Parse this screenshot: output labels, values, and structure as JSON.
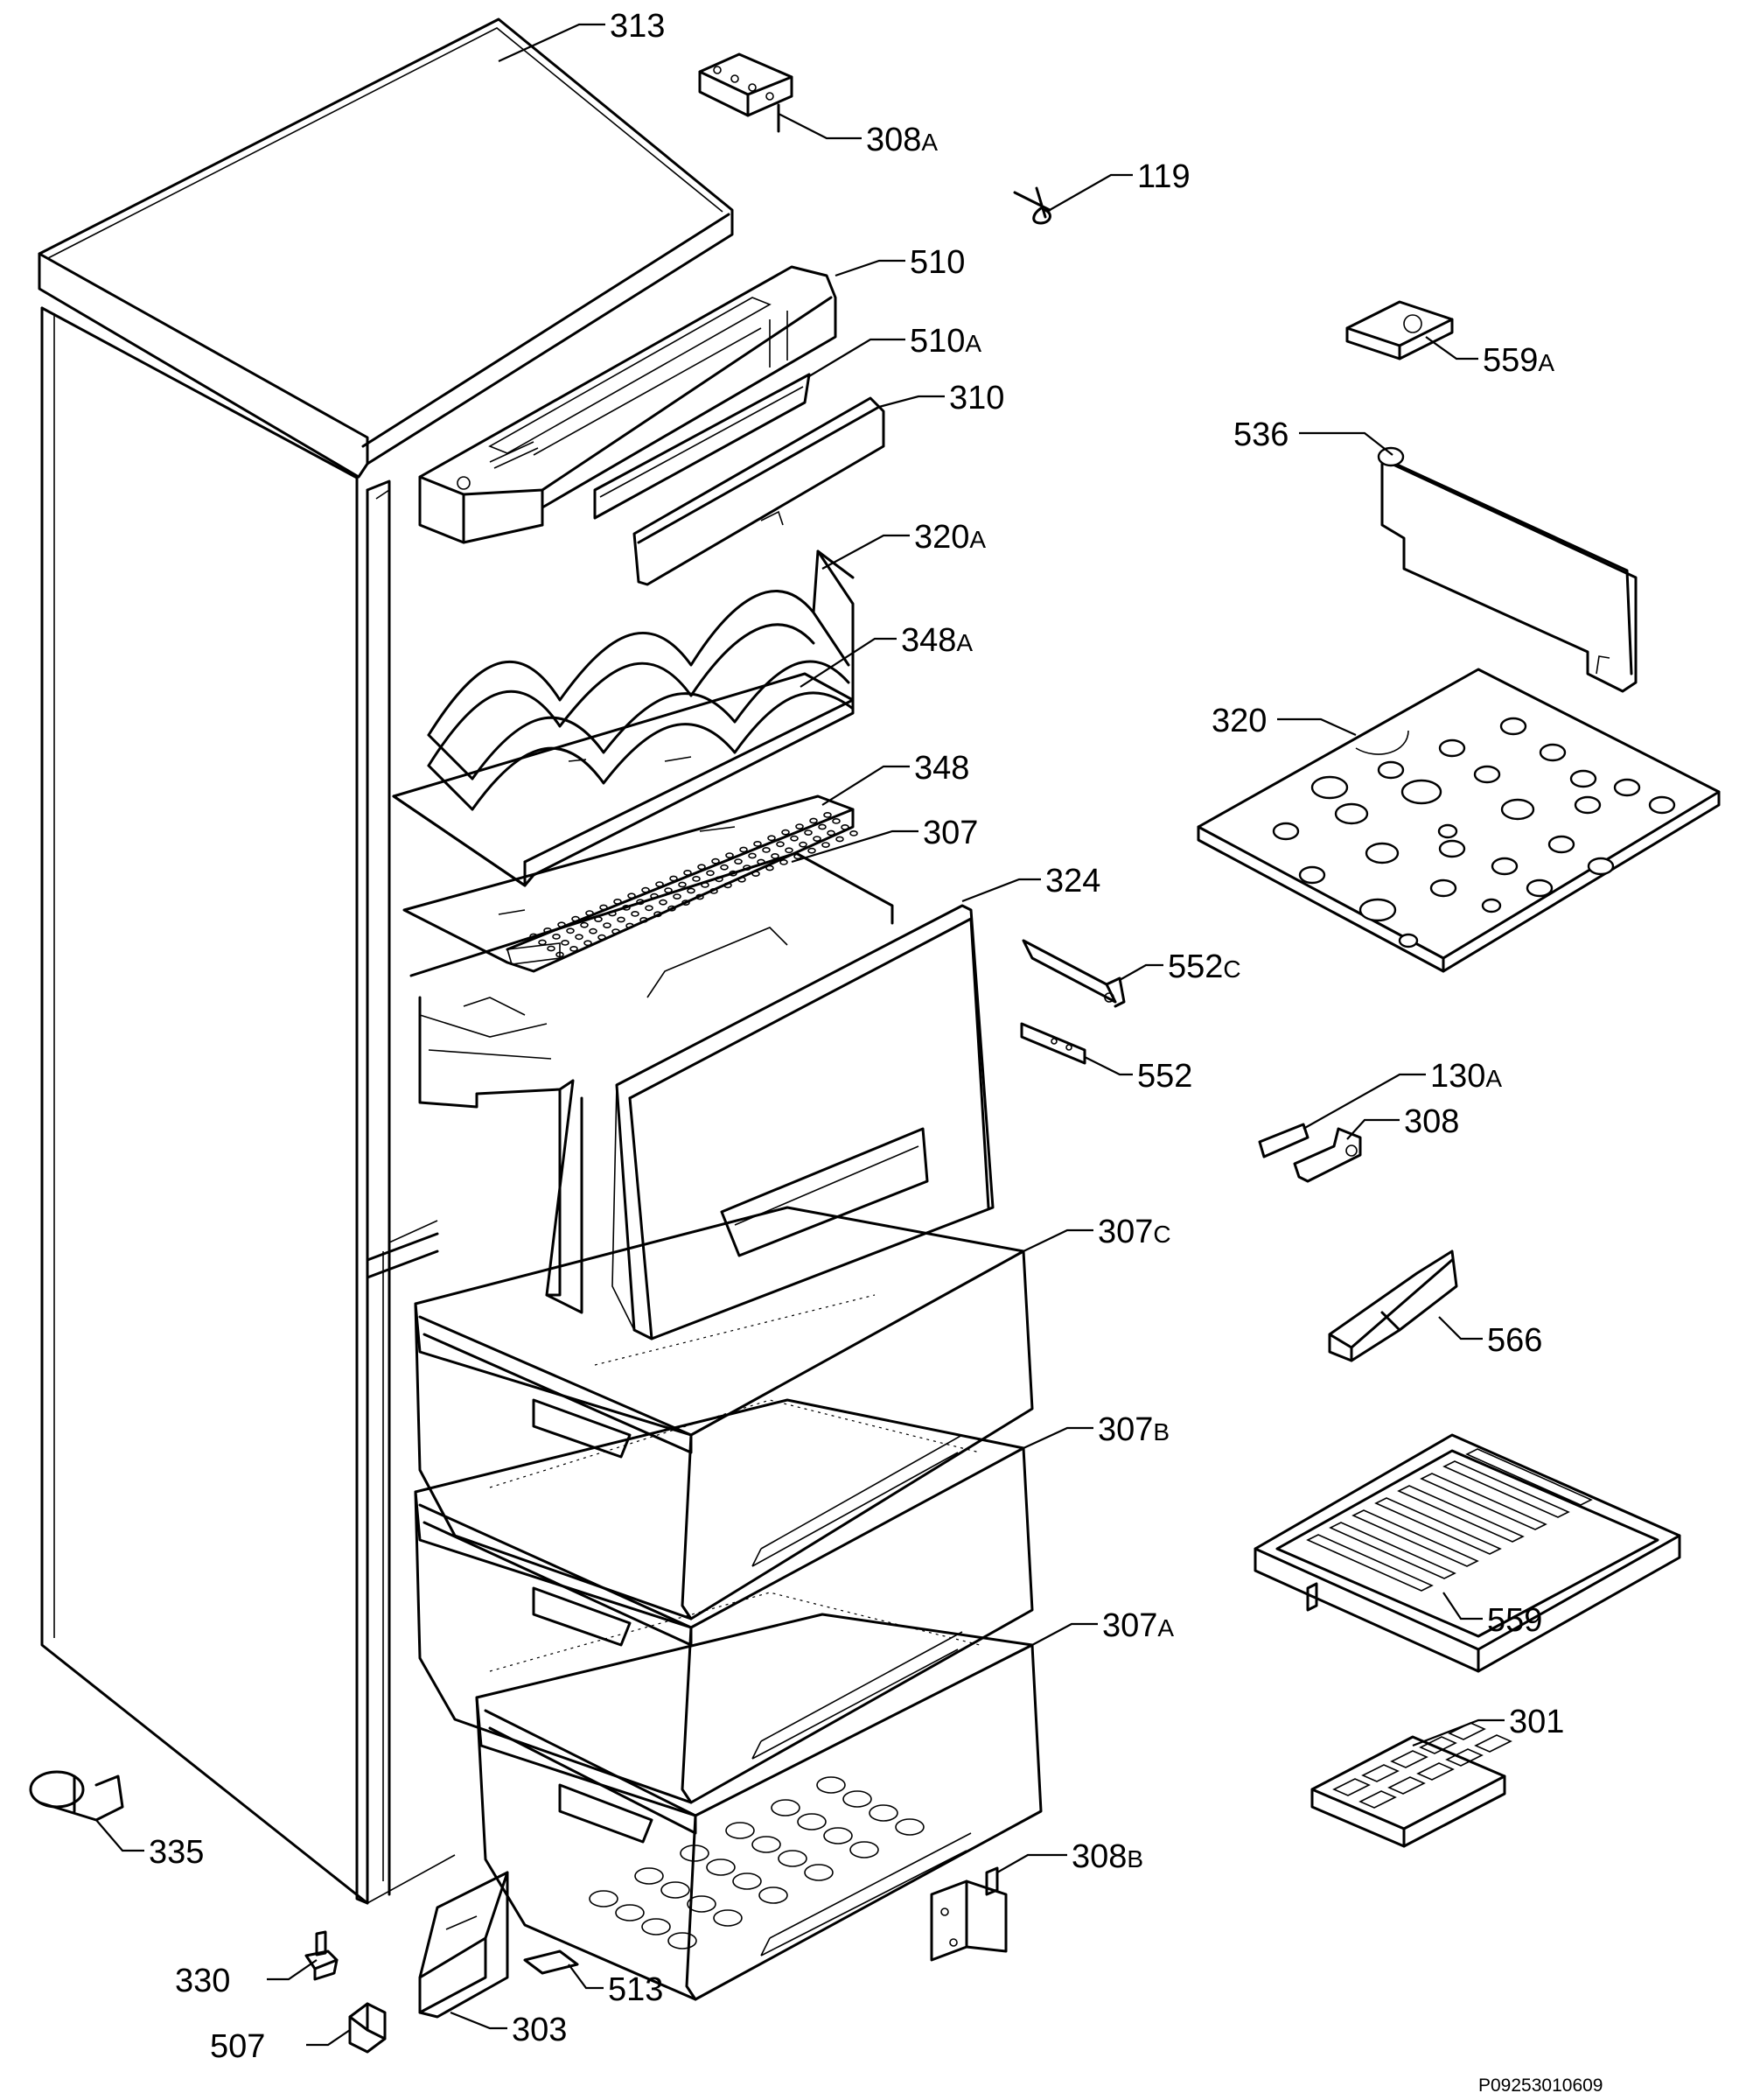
{
  "labels": {
    "p313": "313",
    "p308a": "308",
    "p308a_s": "A",
    "p119": "119",
    "p510": "510",
    "p510a": "510",
    "p510a_s": "A",
    "p559a": "559",
    "p559a_s": "A",
    "p310": "310",
    "p536": "536",
    "p320a": "320",
    "p320a_s": "A",
    "p348a": "348",
    "p348a_s": "A",
    "p320": "320",
    "p348": "348",
    "p307": "307",
    "p324": "324",
    "p552c": "552",
    "p552c_s": "C",
    "p552": "552",
    "p130a": "130",
    "p130a_s": "A",
    "p308": "308",
    "p307c": "307",
    "p307c_s": "C",
    "p566": "566",
    "p307b": "307",
    "p307b_s": "B",
    "p559": "559",
    "p307a": "307",
    "p307a_s": "A",
    "p301": "301",
    "p335": "335",
    "p308b": "308",
    "p308b_s": "B",
    "p330": "330",
    "p513": "513",
    "p507": "507",
    "p303": "303"
  },
  "drawing_code": "P09253010609"
}
